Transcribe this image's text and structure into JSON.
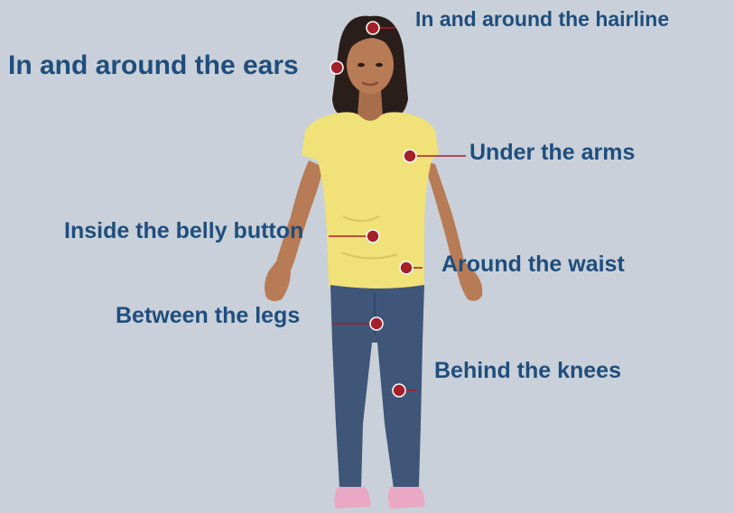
{
  "colors": {
    "background": "#c9d0d9",
    "label_text": "#1f4e7d",
    "marker": "#a3202b",
    "leader_line": "#a3202b",
    "skin": "#b77b56",
    "hair": "#2a1e1b",
    "shirt": "#f0e178",
    "jeans": "#3f5678",
    "shoes": "#e9a8c3"
  },
  "icons": {
    "marker": "red-dot-marker-icon",
    "figure": "girl-standing-illustration"
  },
  "labels": [
    {
      "id": "hairline",
      "text": "In and around the hairline"
    },
    {
      "id": "ears",
      "text": "In and around the ears"
    },
    {
      "id": "arms",
      "text": "Under the arms"
    },
    {
      "id": "belly",
      "text": "Inside the belly button"
    },
    {
      "id": "waist",
      "text": "Around the waist"
    },
    {
      "id": "legs",
      "text": "Between the legs"
    },
    {
      "id": "knees",
      "text": "Behind the knees"
    }
  ]
}
